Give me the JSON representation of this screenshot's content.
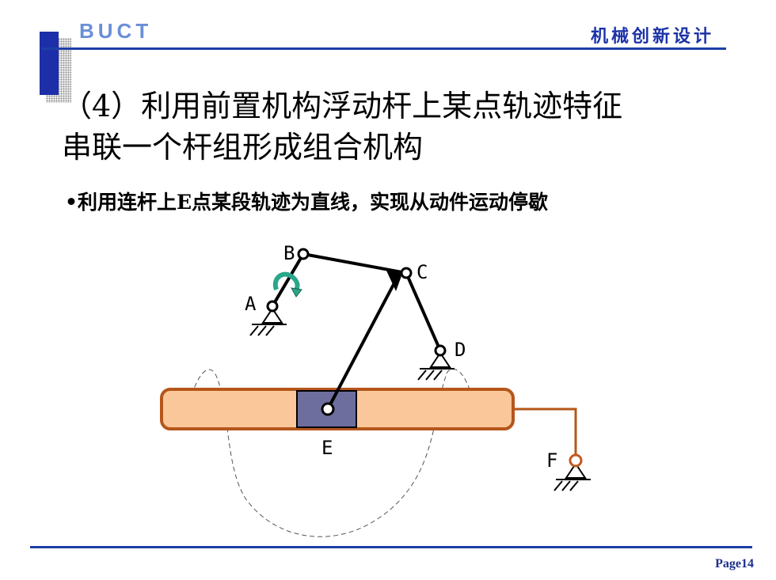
{
  "header": {
    "brand": "BUCT",
    "course": "机械创新设计"
  },
  "title": {
    "line1": "（4）利用前置机构浮动杆上某点轨迹特征",
    "line2": "串联一个杆组形成组合机构"
  },
  "bullet": "•利用连杆上E点某段轨迹为直线，实现从动件运动停歇",
  "diagram": {
    "labels": {
      "A": "A",
      "B": "B",
      "C": "C",
      "D": "D",
      "E": "E",
      "F": "F"
    },
    "colors": {
      "link": "#000000",
      "bar_fill": "#f9c79a",
      "bar_stroke": "#b5561b",
      "slider_fill": "#6e6e9e",
      "rotation_arrow": "#2aa68a",
      "joint_f": "#c25a1c",
      "trajectory": "#555555"
    }
  },
  "footer": {
    "page": "Page14"
  }
}
